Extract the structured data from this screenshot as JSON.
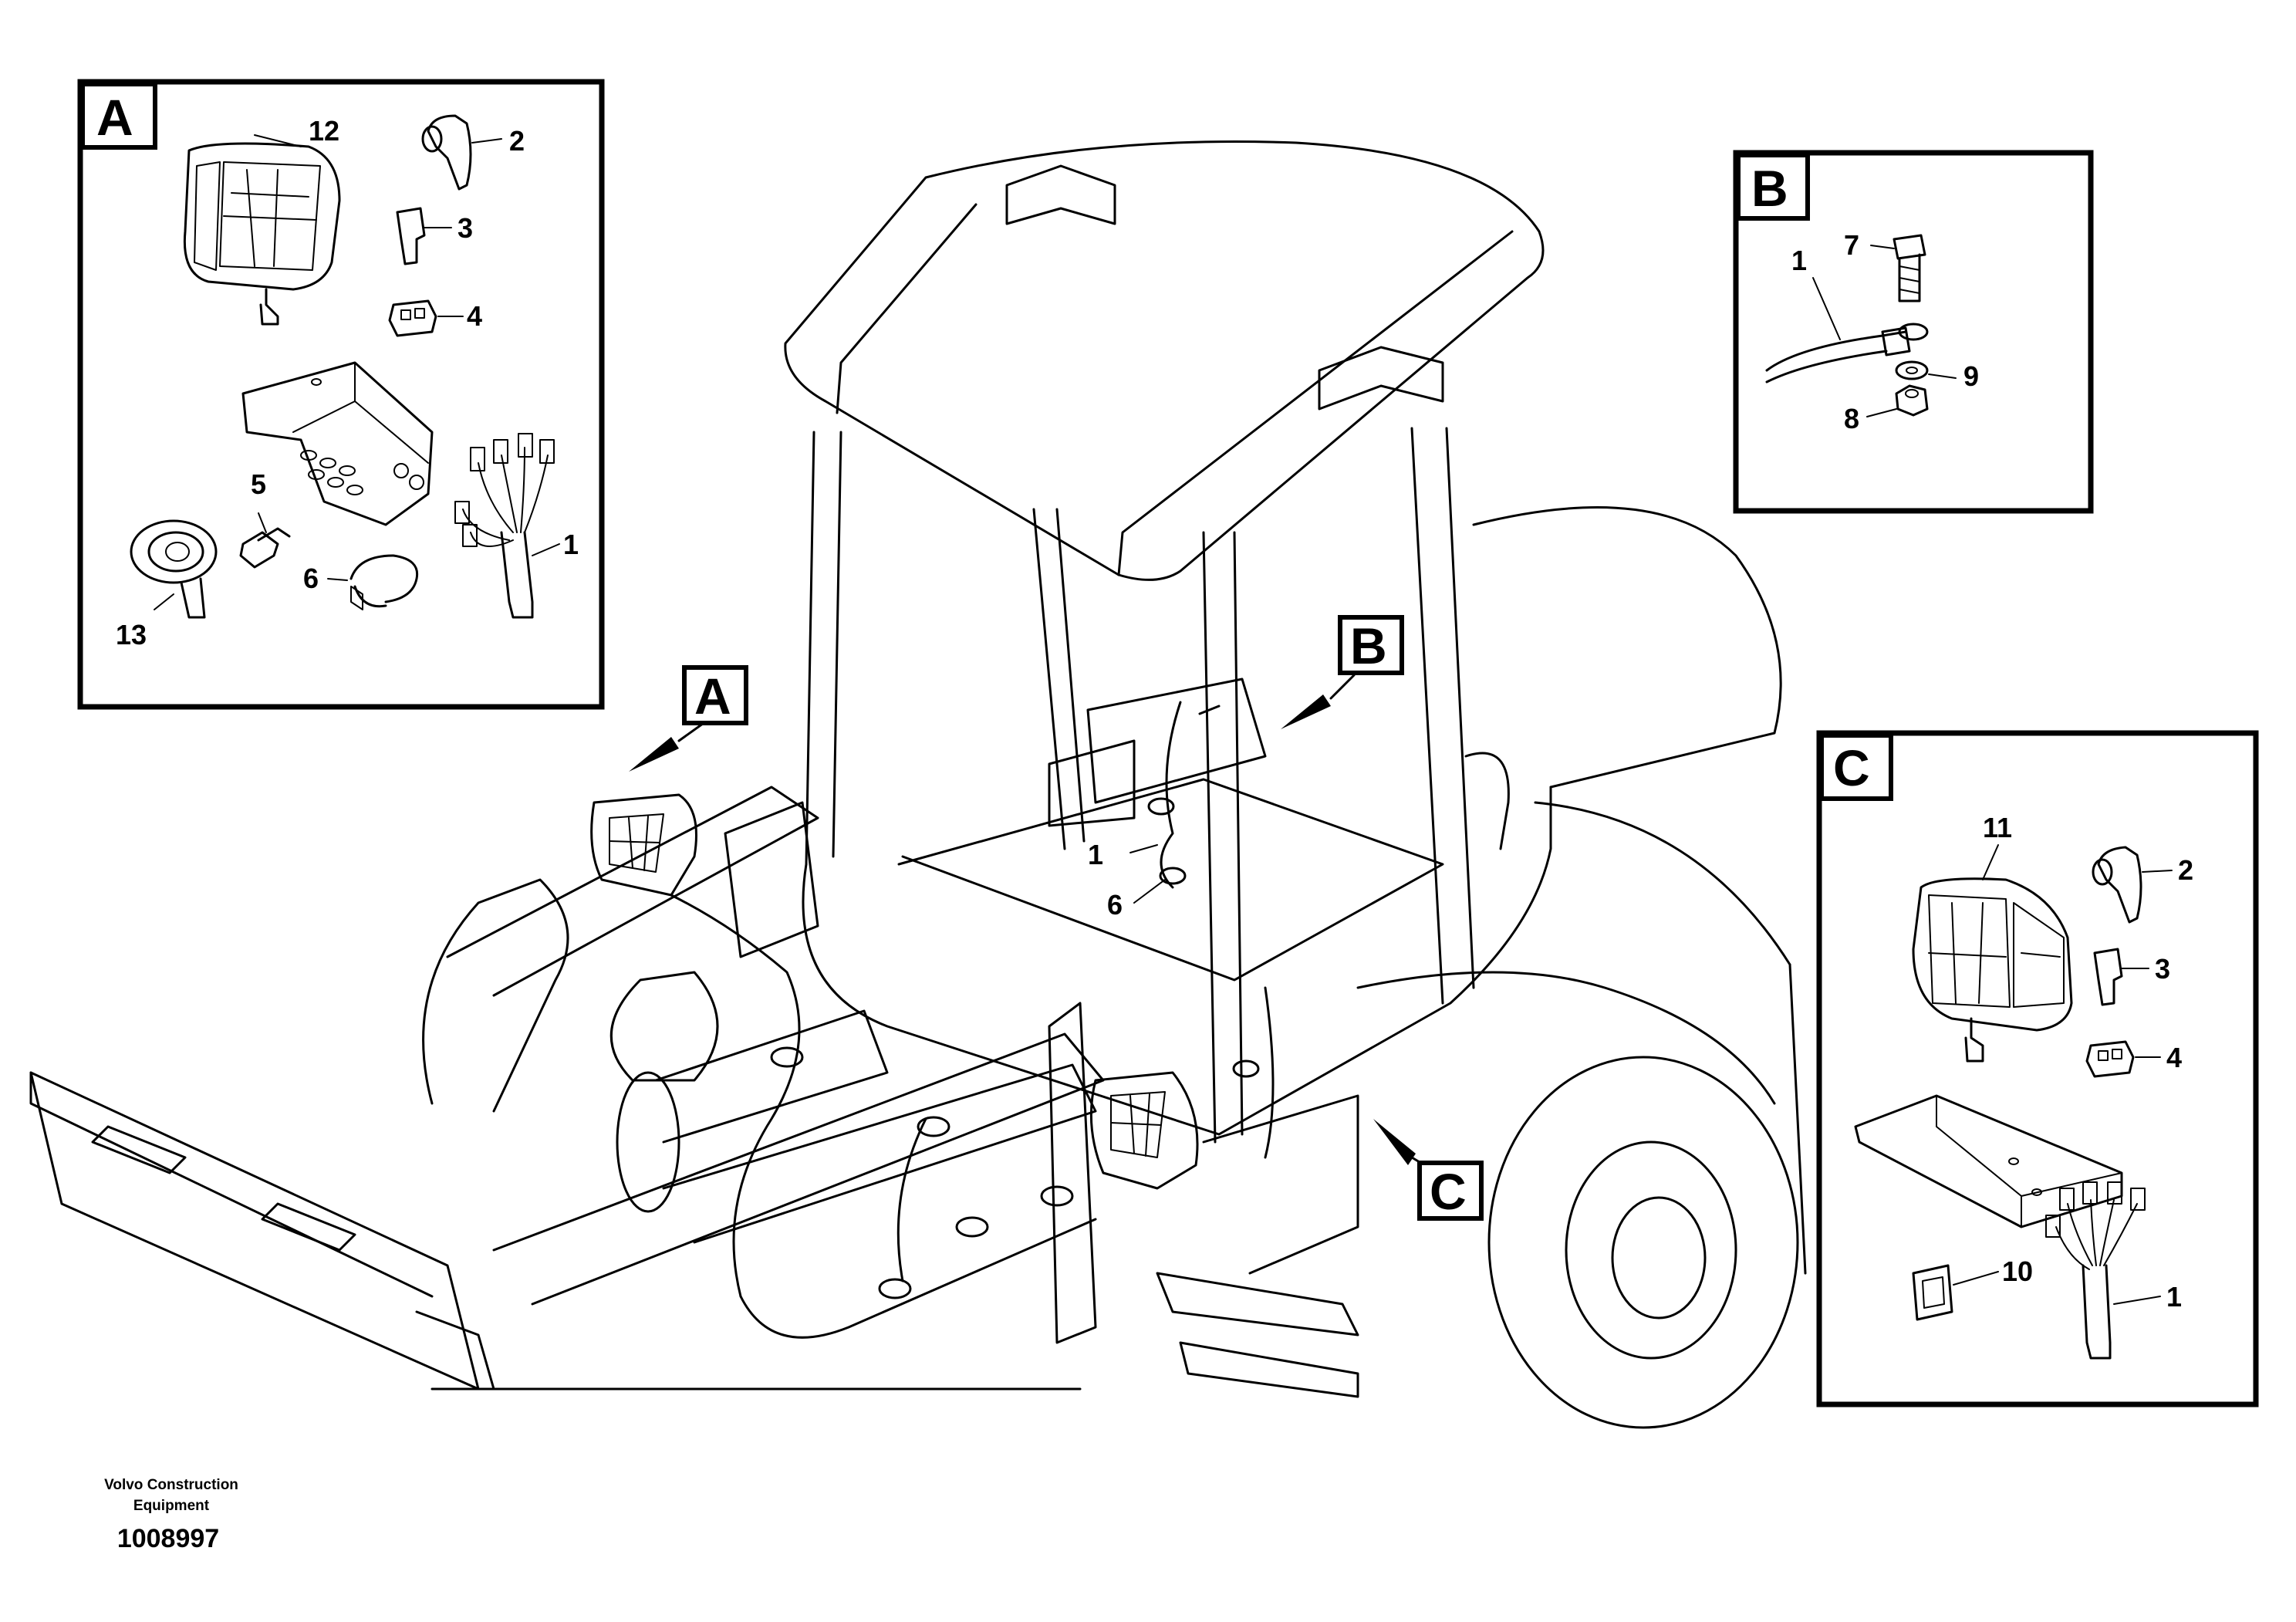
{
  "views": {
    "A": "A",
    "B": "B",
    "C": "C"
  },
  "detail_a": {
    "letter": "A",
    "labels": {
      "work_light": "12",
      "boot": "2",
      "terminal": "3",
      "connector": "4",
      "terminal_small": "5",
      "clamp": "6",
      "cable_harness": "1",
      "horn": "13"
    }
  },
  "detail_b": {
    "letter": "B",
    "labels": {
      "screw": "7",
      "ground_cable": "1",
      "washer": "9",
      "nut": "8"
    }
  },
  "detail_c": {
    "letter": "C",
    "labels": {
      "work_light": "11",
      "boot": "2",
      "terminal": "3",
      "connector": "4",
      "cable_harness": "1",
      "switch": "10"
    }
  },
  "main_labels": {
    "cable": "1",
    "clamp": "6"
  },
  "footer": {
    "company_line1": "Volvo Construction",
    "company_line2": "Equipment",
    "doc_number": "1008997"
  },
  "colors": {
    "ink": "#000000",
    "paper": "#ffffff"
  }
}
